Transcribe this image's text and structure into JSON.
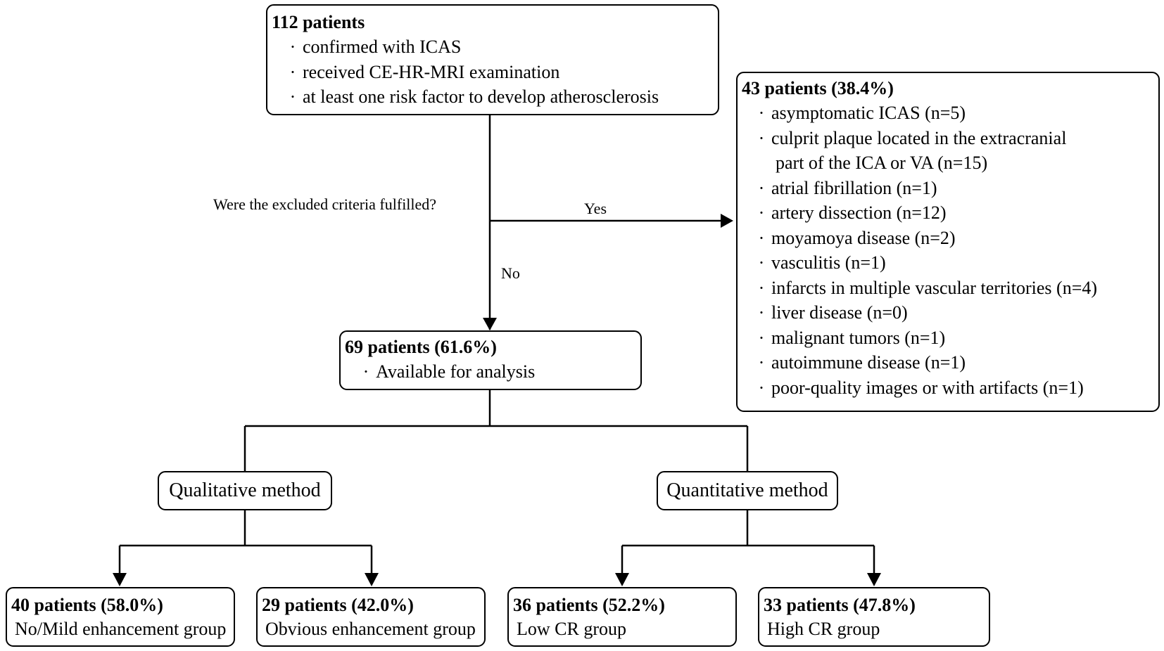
{
  "start": {
    "title": "112 patients",
    "items": [
      "confirmed with ICAS",
      "received CE-HR-MRI examination",
      "at least one risk factor to develop atherosclerosis"
    ]
  },
  "decision": {
    "question": "Were the excluded criteria fulfilled?",
    "yes": "Yes",
    "no": "No"
  },
  "excluded": {
    "title": "43 patients (38.4%)",
    "items": [
      "asymptomatic ICAS (n=5)",
      "culprit plaque located in the extracranial",
      "part of the ICA or VA (n=15)",
      "atrial fibrillation (n=1)",
      "artery dissection (n=12)",
      "moyamoya disease (n=2)",
      "vasculitis (n=1)",
      "infarcts in multiple vascular territories (n=4)",
      "liver disease (n=0)",
      "malignant tumors (n=1)",
      "autoimmune disease (n=1)",
      "poor-quality images or with artifacts (n=1)"
    ]
  },
  "included": {
    "title": "69 patients (61.6%)",
    "item": "Available for analysis"
  },
  "methods": {
    "qualitative": "Qualitative method",
    "quantitative": "Quantitative method"
  },
  "groups": [
    {
      "title": "40 patients (58.0%)",
      "label": "No/Mild enhancement group"
    },
    {
      "title": "29 patients (42.0%)",
      "label": "Obvious enhancement group"
    },
    {
      "title": "36 patients (52.2%)",
      "label": "Low CR group"
    },
    {
      "title": "33 patients (47.8%)",
      "label": "High CR group"
    }
  ],
  "bullet_glyph": "·"
}
